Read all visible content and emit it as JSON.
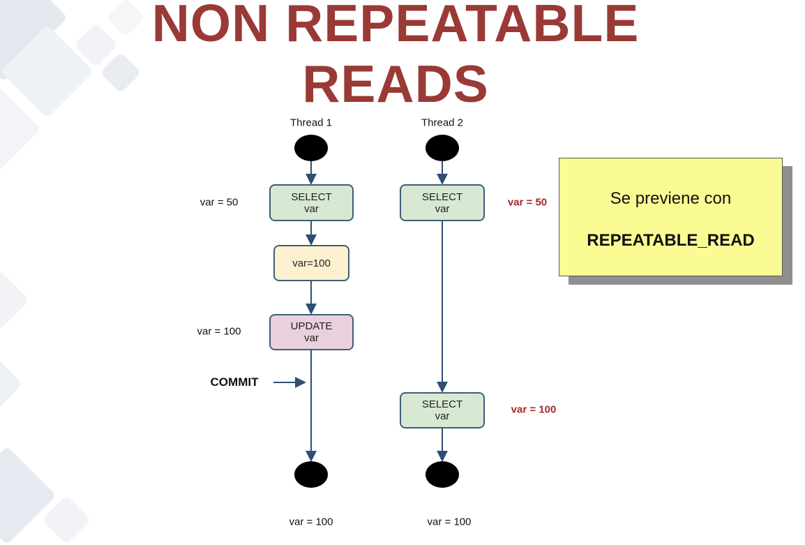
{
  "title": {
    "line1": "NON REPEATABLE",
    "line2": "READS"
  },
  "threads": [
    {
      "label": "Thread 1"
    },
    {
      "label": "Thread 2"
    }
  ],
  "thread1": {
    "select": {
      "line1": "SELECT",
      "line2": "var"
    },
    "assign": {
      "label": "var=100"
    },
    "update": {
      "line1": "UPDATE",
      "line2": "var"
    },
    "select_value": "var = 50",
    "update_value": "var = 100",
    "commit_label": "COMMIT",
    "final_value": "var = 100"
  },
  "thread2": {
    "select1": {
      "line1": "SELECT",
      "line2": "var"
    },
    "select2": {
      "line1": "SELECT",
      "line2": "var"
    },
    "select1_value": "var = 50",
    "select2_value": "var = 100",
    "final_value": "var = 100"
  },
  "note": {
    "line1": "Se previene con",
    "line2": "REPEATABLE_READ"
  },
  "colors": {
    "title": "#993a36",
    "highlight": "#a8282a",
    "note_bg": "#fbfb94",
    "arrow": "#2d4f73"
  }
}
